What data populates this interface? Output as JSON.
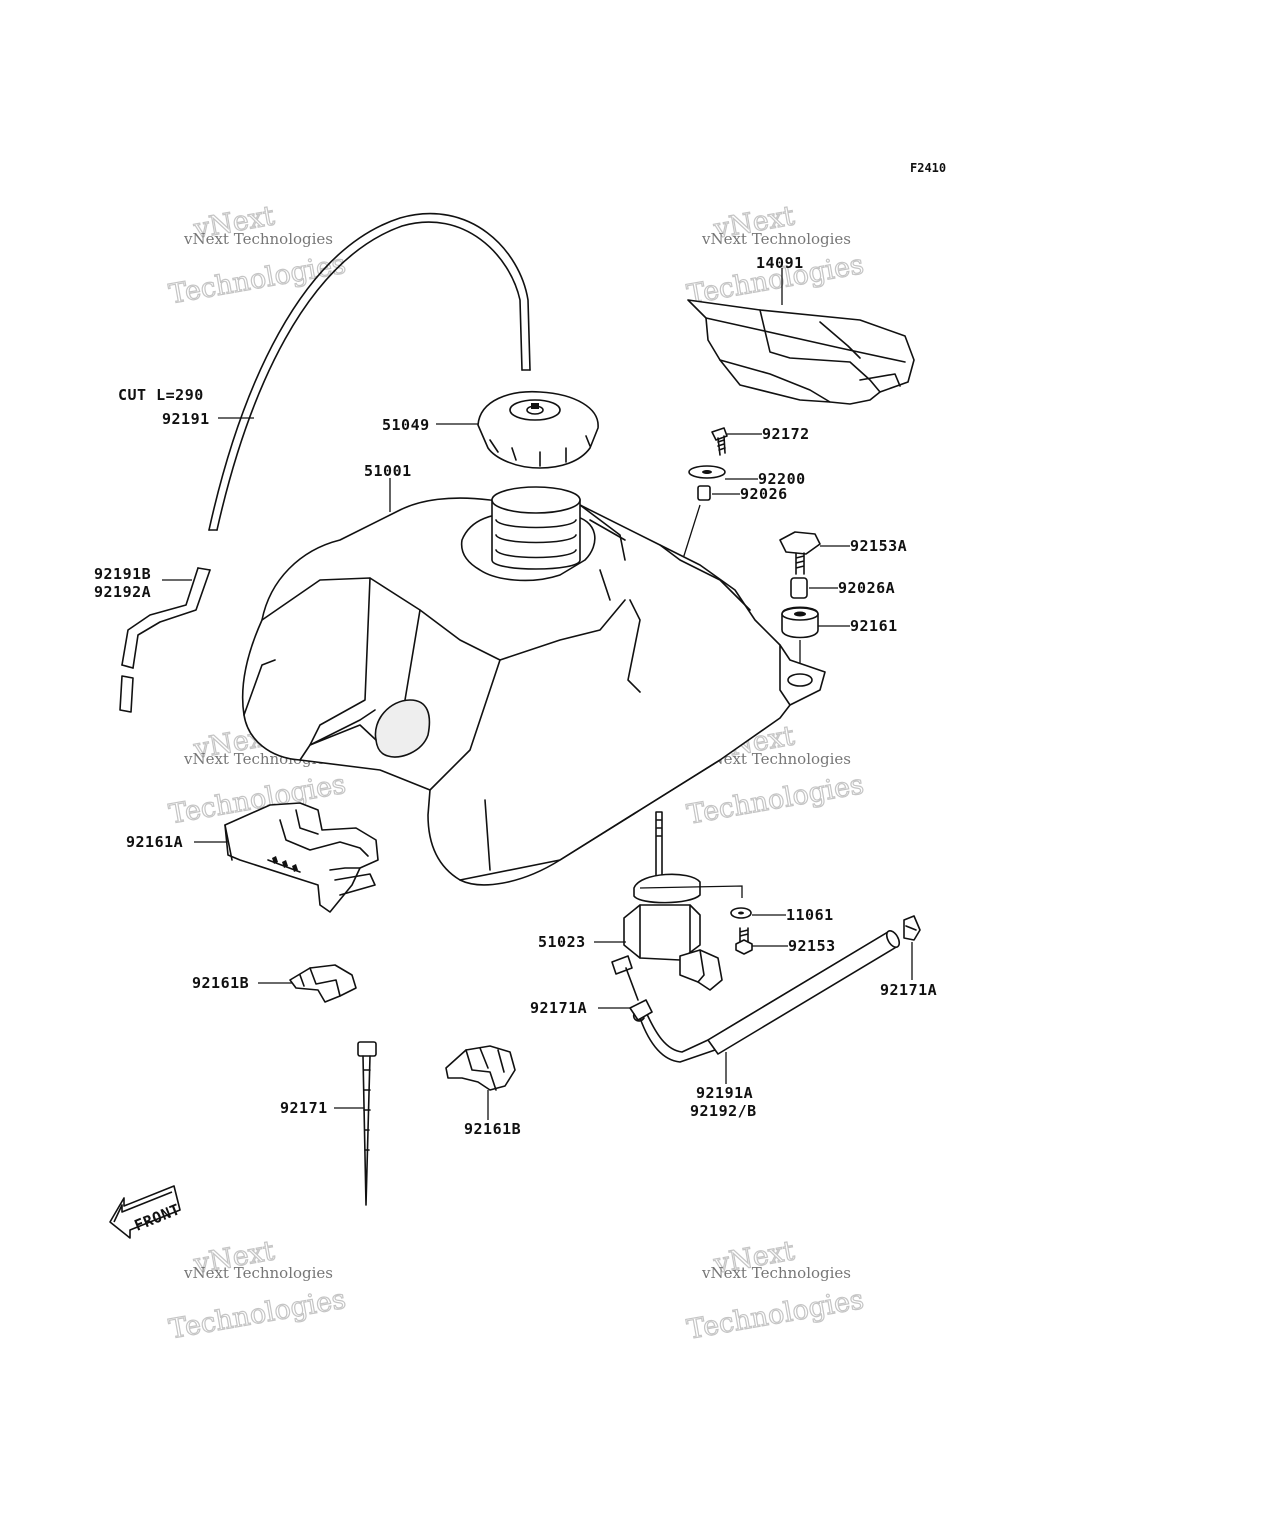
{
  "diagram": {
    "code": "F2410",
    "front_label": "FRONT",
    "labels": {
      "cut_length": "CUT L=290",
      "p92191": "92191",
      "p51049": "51049",
      "p51001": "51001",
      "p14091": "14091",
      "p92172": "92172",
      "p92200": "92200",
      "p92026": "92026",
      "p92153A": "92153A",
      "p92026A": "92026A",
      "p92161": "92161",
      "p92191B": "92191B",
      "p92192A": "92192A",
      "p92161A": "92161A",
      "p11061": "11061",
      "p51023": "51023",
      "p92153": "92153",
      "p92161B_1": "92161B",
      "p92171A_left": "92171A",
      "p92171A_right": "92171A",
      "p92171": "92171",
      "p92161B_2": "92161B",
      "p92191A": "92191A",
      "p92192B": "92192/B"
    }
  },
  "watermark": {
    "line1": "vNext",
    "line2": "vNext Technologies",
    "line3": "Technologies"
  }
}
